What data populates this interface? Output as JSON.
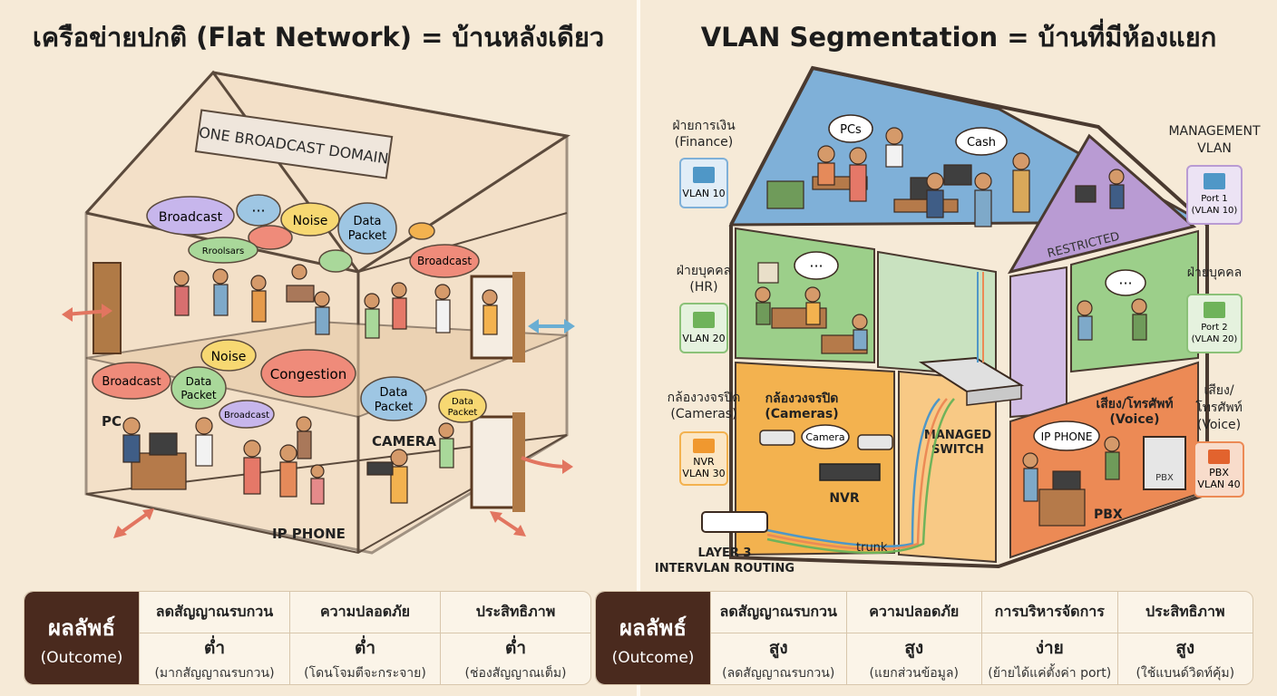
{
  "left": {
    "title": "เครือข่ายปกติ (Flat Network) = บ้านหลังเดียว",
    "banner": "ONE BROADCAST DOMAIN",
    "bubbles": {
      "broadcast_1": "Broadcast",
      "dots": "···",
      "noise_1": "Noise",
      "data_packet_1": "Data Packet",
      "broadcast_2": "Broadcast",
      "noise_2": "Noise",
      "broadcast_3": "Broadcast",
      "congestion": "Congestion",
      "data_packet_2": "Data Packet",
      "broadcast_4": "Broadcast",
      "data_packet_3": "Data Packet",
      "data_packet_4": "Data Packet",
      "scribble": "Rroolsars"
    },
    "labels": {
      "pc": "PC",
      "camera": "CAMERA",
      "ip_phone": "IP PHONE"
    },
    "outcome": {
      "head_th": "ผลลัพธ์",
      "head_en": "(Outcome)",
      "columns": [
        {
          "header": "ลดสัญญาณรบกวน",
          "value": "ต่ำ",
          "note": "(มากสัญญาณรบกวน)"
        },
        {
          "header": "ความปลอดภัย",
          "value": "ต่ำ",
          "note": "(โดนโจมตีจะกระจาย)"
        },
        {
          "header": "ประสิทธิภาพ",
          "value": "ต่ำ",
          "note": "(ช่องสัญญาณเต็ม)"
        }
      ]
    }
  },
  "right": {
    "title": "VLAN Segmentation = บ้านที่มีห้องแยก",
    "side_labels": {
      "finance": "ฝ่ายการเงิน\n(Finance)",
      "finance_port": "VLAN 10",
      "hr": "ฝ่ายบุคคล\n(HR)",
      "hr_port": "VLAN 20",
      "cameras": "กล้องวงจรปิด\n(Cameras)",
      "cameras_port": "NVR\nVLAN 30",
      "mgmt": "MANAGEMENT\nVLAN",
      "mgmt_port": "Port 1\n(VLAN 10)",
      "hr_right": "ฝ่ายบุคคล",
      "hr_right_port": "Port 2\n(VLAN 20)",
      "voice": "เสียง/\nโทรศัพท์\n(Voice)",
      "voice_port": "PBX\nVLAN 40"
    },
    "room_labels": {
      "pcs": "PCs",
      "cash": "Cash",
      "restricted": "RESTRICTED",
      "dots_1": "···",
      "dots_2": "···",
      "cameras_room": "กล้องวงจรปิด\n(Cameras)",
      "camera_bubble": "Camera",
      "nvr": "NVR",
      "managed_switch": "MANAGED\nSWITCH",
      "voice_room": "เสียง/โทรศัพท์\n(Voice)",
      "ip_phone": "IP PHONE",
      "pbx": "PBX",
      "pbx_box": "PBX",
      "trunk": "trunk",
      "layer3": "LAYER 3\nINTERVLAN ROUTING"
    },
    "outcome": {
      "head_th": "ผลลัพธ์",
      "head_en": "(Outcome)",
      "columns": [
        {
          "header": "ลดสัญญาณรบกวน",
          "value": "สูง",
          "note": "(ลดสัญญาณรบกวน)"
        },
        {
          "header": "ความปลอดภัย",
          "value": "สูง",
          "note": "(แยกส่วนข้อมูล)"
        },
        {
          "header": "การบริหารจัดการ",
          "value": "ง่าย",
          "note": "(ย้ายได้แค่ตั้งค่า port)"
        },
        {
          "header": "ประสิทธิภาพ",
          "value": "สูง",
          "note": "(ใช้แบนด์วิดท์คุ้ม)"
        }
      ]
    }
  },
  "colors": {
    "finance": "#7fb0d8",
    "hr": "#9ccf8a",
    "mgmt": "#b99bd3",
    "cameras": "#f3b24f",
    "voice": "#ec8a55",
    "outcome_head": "#4a2a1e",
    "arrow_red": "#e27560",
    "arrow_blue": "#6aaed3"
  }
}
